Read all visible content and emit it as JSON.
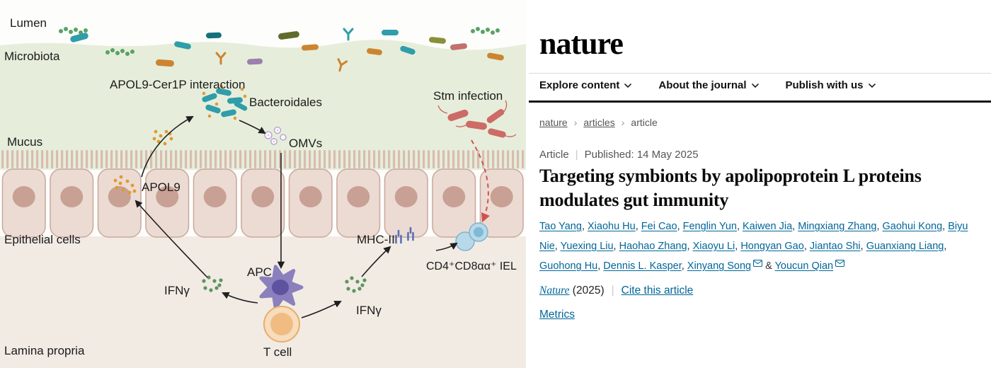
{
  "figure": {
    "labels": {
      "lumen": "Lumen",
      "microbiota": "Microbiota",
      "apol9_cer1p_interaction": "APOL9-Cer1P interaction",
      "bacteroidales": "Bacteroidales",
      "omvs": "OMVs",
      "mucus": "Mucus",
      "apol9": "APOL9",
      "stm_infection": "Stm infection",
      "epithelial_cells": "Epithelial cells",
      "mhc_ii": "MHC-II",
      "cd4_cd8_iel": "CD4⁺CD8αα⁺ IEL",
      "ifn_gamma_left": "IFNγ",
      "ifn_gamma_right": "IFNγ",
      "apc": "APC",
      "t_cell": "T cell",
      "lamina_propria": "Lamina propria"
    },
    "colors": {
      "mucus_green": "#e6eedb",
      "epithelium_pink": "#ecdbd3",
      "lamina_beige": "#f1ebe4",
      "bacteroidales_teal": "#2f9daa",
      "apol9_orange": "#e09a35",
      "stm_red": "#cd6b66",
      "ifn_green": "#5d9460",
      "apc_purple": "#8b80bd",
      "tcell_orange": "#f1bc82",
      "iel_blue": "#b7d9e8"
    }
  },
  "site": {
    "logo": "nature",
    "colors": {
      "link_blue": "#006699"
    },
    "icons": {
      "nav_chevron": "chevron-down",
      "author_email": "envelope",
      "breadcrumb_sep": "›"
    },
    "nav": {
      "explore": "Explore content",
      "about": "About the journal",
      "publish": "Publish with us"
    },
    "breadcrumb": {
      "items": [
        "nature",
        "articles",
        "article"
      ]
    },
    "article": {
      "kicker": "Article",
      "published_label": "Published:",
      "published_date": "14 May 2025",
      "title": "Targeting symbionts by apolipoprotein L proteins modulates gut immunity",
      "authors": [
        {
          "name": "Tao Yang"
        },
        {
          "name": "Xiaohu Hu"
        },
        {
          "name": "Fei Cao"
        },
        {
          "name": "Fenglin Yun"
        },
        {
          "name": "Kaiwen Jia"
        },
        {
          "name": "Mingxiang Zhang"
        },
        {
          "name": "Gaohui Kong"
        },
        {
          "name": "Biyu Nie"
        },
        {
          "name": "Yuexing Liu"
        },
        {
          "name": "Haohao Zhang"
        },
        {
          "name": "Xiaoyu Li"
        },
        {
          "name": "Hongyan Gao"
        },
        {
          "name": "Jiantao Shi"
        },
        {
          "name": "Guanxiang Liang"
        },
        {
          "name": "Guohong Hu"
        },
        {
          "name": "Dennis L. Kasper"
        },
        {
          "name": "Xinyang Song",
          "email": true
        },
        {
          "name": "Youcun Qian",
          "email": true
        }
      ],
      "journal_name": "Nature",
      "journal_year": "(2025)",
      "cite_link": "Cite this article",
      "metrics_link": "Metrics"
    }
  }
}
